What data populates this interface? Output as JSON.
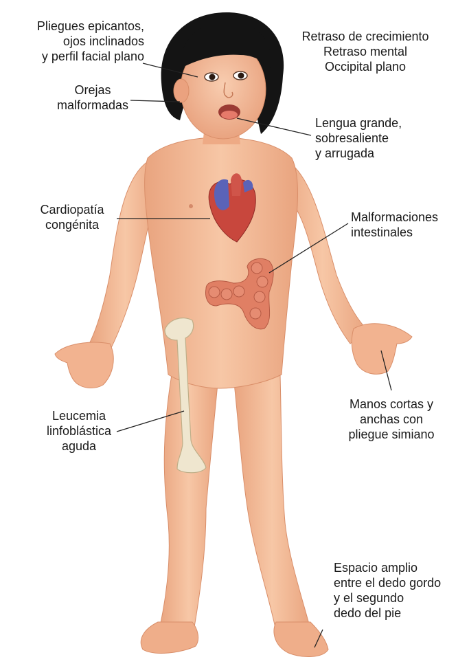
{
  "colors": {
    "skin": "#f3b994",
    "skin_shadow": "#e09a75",
    "hair": "#141414",
    "heart_red": "#c8473d",
    "heart_blue": "#5a63b8",
    "intestine": "#e07f64",
    "bone": "#efe6cf",
    "leader_line": "#222222"
  },
  "labels": {
    "epicanthic_folds": [
      "Pliegues epicantos,",
      "ojos inclinados",
      "y perfil facial plano"
    ],
    "growth_retardation": [
      "Retraso de crecimiento",
      "Retraso mental",
      "Occipital plano"
    ],
    "malformed_ears": [
      "Orejas",
      "malformadas"
    ],
    "large_tongue": [
      "Lengua grande,",
      "sobresaliente",
      "y arrugada"
    ],
    "congenital_heart": [
      "Cardiopatía",
      "congénita"
    ],
    "intestinal_malformations": [
      "Malformaciones",
      "intestinales"
    ],
    "short_hands": [
      "Manos cortas y",
      "anchas con",
      "pliegue simiano"
    ],
    "leukemia": [
      "Leucemia",
      "linfoblástica",
      "aguda"
    ],
    "toe_gap": [
      "Espacio amplio",
      "entre el dedo gordo",
      "y el segundo",
      "dedo del pie"
    ]
  }
}
